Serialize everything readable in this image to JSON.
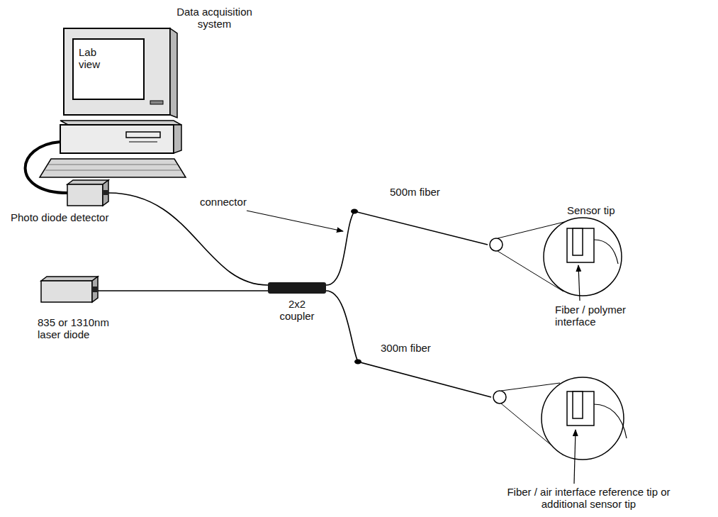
{
  "diagram": {
    "nodes": [
      {
        "text": [
          "Data acquisition system"
        ]
      },
      {
        "text": [
          "Lab view"
        ],
        "in": 0
      },
      {
        "text": [
          "Photo diode detector"
        ]
      },
      {
        "text": [
          "835 or 1310nm laser diode"
        ]
      },
      {
        "text": [
          "2x2 coupler"
        ]
      },
      {
        "text": [
          "Sensor tip",
          "Fiber / polymer interface"
        ]
      },
      {
        "text": [
          "Fiber / air interface reference tip or additional sensor tip"
        ]
      }
    ],
    "edges": [
      {
        "from": 0,
        "to": 2,
        "arrow": "none"
      },
      {
        "from": 2,
        "to": 4,
        "arrow": "none"
      },
      {
        "from": 3,
        "to": 4,
        "arrow": "none"
      },
      {
        "from": 4,
        "to": 5,
        "label": "500m fiber",
        "arrow": "none"
      },
      {
        "from": 4,
        "to": 6,
        "label": "300m fiber",
        "arrow": "none"
      }
    ],
    "labels": [
      "connector"
    ]
  }
}
